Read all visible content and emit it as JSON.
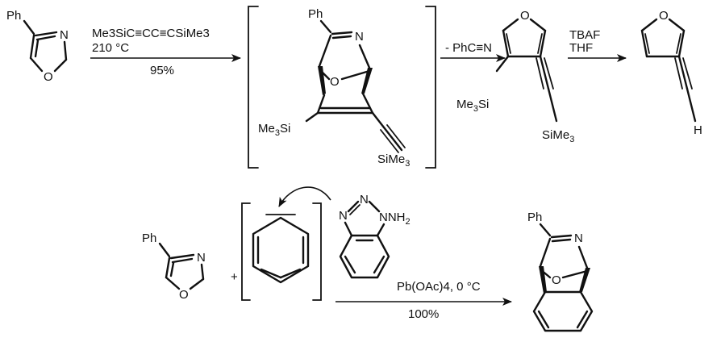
{
  "labels": {
    "ph": "Ph",
    "n": "N",
    "o": "O",
    "h": "H",
    "me3si": "Me",
    "si_suffix": "Si",
    "sime3": "SiMe",
    "sub3": "3",
    "nh2": "NH",
    "sub2": "2"
  },
  "reaction1": {
    "reagent_line1": "Me3SiC≡CC≡CSiMe3",
    "reagent_line2": "210 °C",
    "yield": "95%"
  },
  "reaction2": {
    "loss": "- PhC≡N"
  },
  "reaction3": {
    "reagent_line1": "TBAF",
    "reagent_line2": "THF"
  },
  "reaction4": {
    "plus": "+",
    "reagent": "Pb(OAc)4, 0 °C",
    "yield": "100%"
  }
}
